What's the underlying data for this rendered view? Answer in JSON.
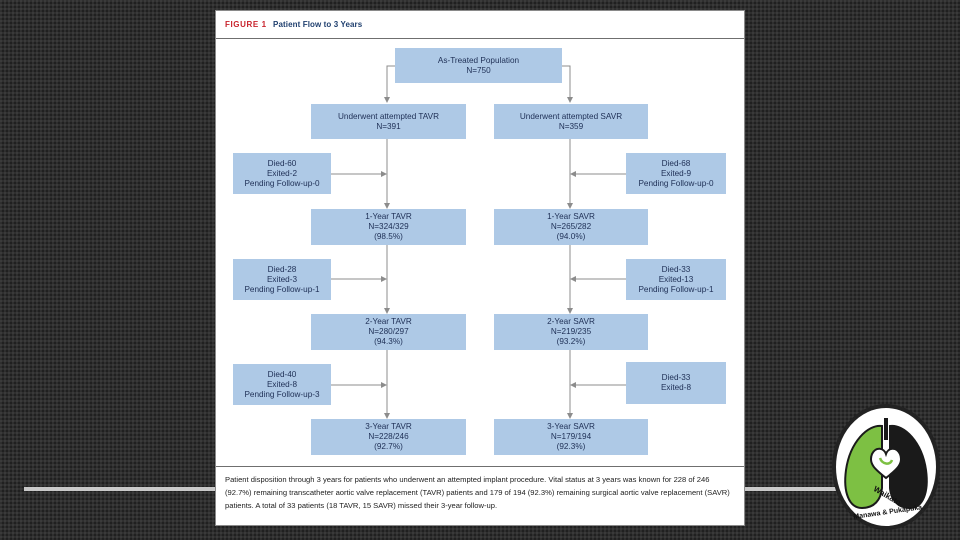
{
  "figure": {
    "label": "FIGURE 1",
    "title": "Patient Flow to 3 Years",
    "caption": "Patient disposition through 3 years for patients who underwent an attempted implant procedure. Vital status at 3 years was known for 228 of 246 (92.7%) remaining transcatheter aortic valve replacement (TAVR) patients and 179 of 194 (92.3%) remaining surgical aortic valve replacement (SAVR) patients. A total of 33 patients (18 TAVR, 15 SAVR) missed their 3-year follow-up."
  },
  "top": {
    "l1": "As-Treated Population",
    "l2": "N=750"
  },
  "tavr": {
    "start": {
      "l1": "Underwent attempted TAVR",
      "l2": "N=391"
    },
    "y1": {
      "l1": "1-Year TAVR",
      "l2": "N=324/329",
      "l3": "(98.5%)"
    },
    "y2": {
      "l1": "2-Year TAVR",
      "l2": "N=280/297",
      "l3": "(94.3%)"
    },
    "y3": {
      "l1": "3-Year TAVR",
      "l2": "N=228/246",
      "l3": "(92.7%)"
    },
    "loss1": {
      "l1": "Died-60",
      "l2": "Exited-2",
      "l3": "Pending Follow-up-0"
    },
    "loss2": {
      "l1": "Died-28",
      "l2": "Exited-3",
      "l3": "Pending Follow-up-1"
    },
    "loss3": {
      "l1": "Died-40",
      "l2": "Exited-8",
      "l3": "Pending Follow-up-3"
    }
  },
  "savr": {
    "start": {
      "l1": "Underwent attempted SAVR",
      "l2": "N=359"
    },
    "y1": {
      "l1": "1-Year SAVR",
      "l2": "N=265/282",
      "l3": "(94.0%)"
    },
    "y2": {
      "l1": "2-Year SAVR",
      "l2": "N=219/235",
      "l3": "(93.2%)"
    },
    "y3": {
      "l1": "3-Year SAVR",
      "l2": "N=179/194",
      "l3": "(92.3%)"
    },
    "loss1": {
      "l1": "Died-68",
      "l2": "Exited-9",
      "l3": "Pending Follow-up-0"
    },
    "loss2": {
      "l1": "Died-33",
      "l2": "Exited-13",
      "l3": "Pending Follow-up-1"
    },
    "loss3": {
      "l1": "Died-33",
      "l2": "Exited-8"
    }
  },
  "logo": {
    "line1": "Waikato",
    "line2": "Manawa & Pukapuka"
  },
  "colors": {
    "box": "#aec9e6",
    "box_text": "#1e2f55",
    "header_label": "#c8232c",
    "header_title": "#1f3f6e",
    "arrow": "#8c8c8c"
  }
}
